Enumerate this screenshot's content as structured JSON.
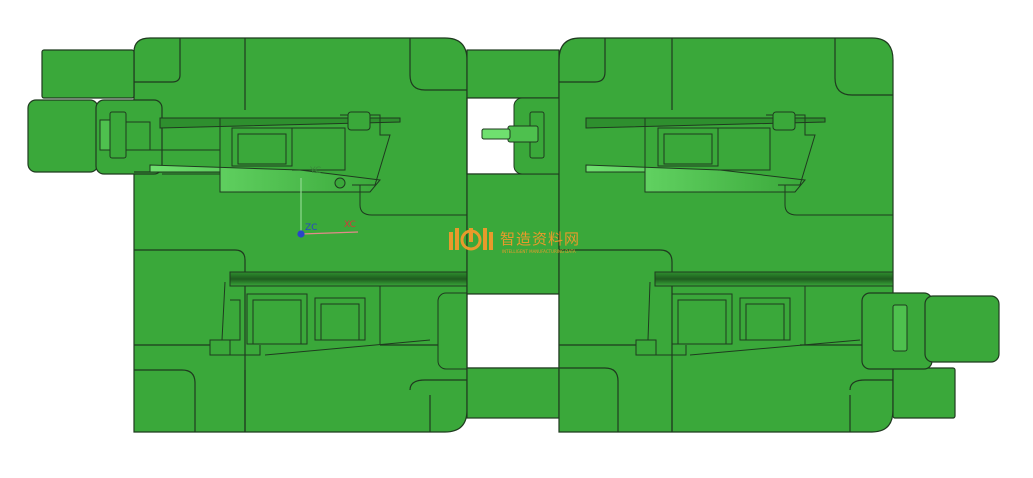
{
  "viewport": {
    "background": "#ffffff",
    "model_color": "#3aa83a",
    "edge_color": "#1f3a1f",
    "highlight_color": "#5fd35f"
  },
  "watermark": {
    "title": "智造资料网",
    "subtitle": "INTELLIGENT MANUFACTURING DATA",
    "color": "#e89a2b"
  },
  "triad": {
    "zc_label": "ZC",
    "xc_label": "XC",
    "yc_label": "YC"
  }
}
